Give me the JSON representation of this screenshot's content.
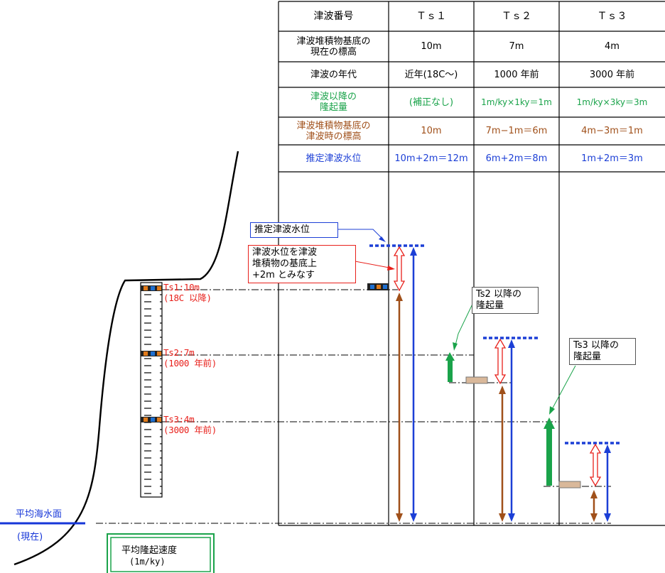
{
  "colors": {
    "uplift": "#1aa34a",
    "original_elev": "#a0501a",
    "water_level": "#1c3fd6",
    "label_red": "#e8201b",
    "sea_level": "#1636d8"
  },
  "table": {
    "headers": [
      "津波番号",
      "Ｔｓ１",
      "Ｔｓ２",
      "Ｔｓ３"
    ],
    "rows": [
      {
        "label": "津波堆積物基底の\n現在の標高",
        "values": [
          "10m",
          "7m",
          "4m"
        ],
        "color": "black"
      },
      {
        "label": "津波の年代",
        "values": [
          "近年(18C～)",
          "1000 年前",
          "3000 年前"
        ],
        "color": "black"
      },
      {
        "label": "津波以降の\n隆起量",
        "values": [
          "(補正なし)",
          "1m/ky×1ky＝1m",
          "1m/ky×3ky＝3m"
        ],
        "color": "green"
      },
      {
        "label": "津波堆積物基底の\n津波時の標高",
        "values": [
          "10m",
          "7m−1m＝6m",
          "4m−3m＝1m"
        ],
        "color": "brown"
      },
      {
        "label": "推定津波水位",
        "values": [
          "10m+2m＝12m",
          "6m+2m＝8m",
          "1m+2m＝3m"
        ],
        "color": "blue"
      }
    ]
  },
  "layers": {
    "ts1": "Ts1:10m\n(18C 以降)",
    "ts2": "Ts2:7m\n(1000 年前)",
    "ts3": "Ts3:4m\n(3000 年前)"
  },
  "callouts": {
    "water_level": "推定津波水位",
    "assumption": "津波水位を津波\n堆積物の基底上\n+2m とみなす",
    "ts2_uplift": "Ts2 以降の\n隆起量",
    "ts3_uplift": "Ts3 以降の\n隆起量"
  },
  "sea_level": {
    "label": "平均海水面",
    "sub": "(現在)"
  },
  "uplift_rate": {
    "title": "平均隆起速度",
    "value": "(1m/ky)"
  }
}
